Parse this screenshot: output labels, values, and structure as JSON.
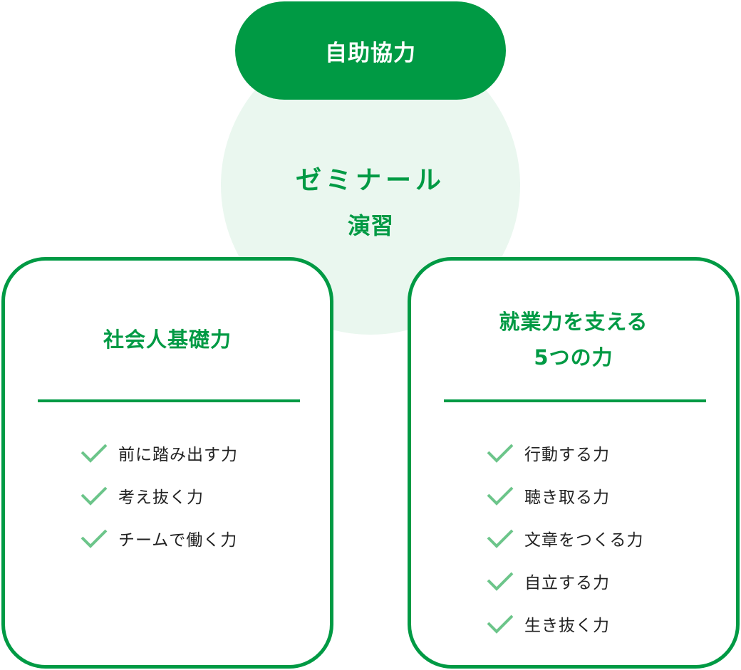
{
  "top_pill": {
    "label": "自助協力"
  },
  "center": {
    "line1": "ゼミナール",
    "line2": "演習"
  },
  "left_card": {
    "title": "社会人基礎力",
    "items": [
      "前に踏み出す力",
      "考え抜く力",
      "チームで働く力"
    ]
  },
  "right_card": {
    "title_line1": "就業力を支える",
    "title_line2": "5つの力",
    "items": [
      "行動する力",
      "聴き取る力",
      "文章をつくる力",
      "自立する力",
      "生き抜く力"
    ]
  },
  "colors": {
    "primary": "#009a44",
    "circle_bg": "#eaf7ef",
    "check": "#6cc58a"
  }
}
